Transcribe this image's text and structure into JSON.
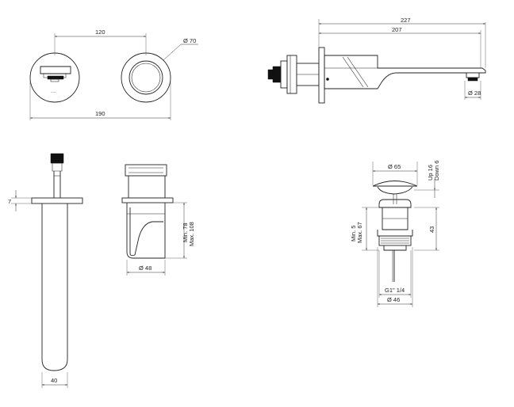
{
  "plan_view": {
    "dim_spacing": "120",
    "dim_width": "190",
    "dim_knob_diameter": "Ø 70"
  },
  "side_view": {
    "dim_overall_length": "227",
    "dim_spout_length": "207",
    "dim_outlet_diameter": "Ø 28"
  },
  "front_view": {
    "dim_plate_thickness": "7",
    "dim_spout_width": "40"
  },
  "mixer_view": {
    "dim_body_diameter": "Ø 48",
    "dim_depth_min": "Min. 78",
    "dim_depth_max": "Max. 108"
  },
  "drain_view": {
    "dim_cap_diameter": "Ø 65",
    "dim_travel_up": "Up 16",
    "dim_travel_down": "Down 6",
    "dim_body_height": "43",
    "dim_thickness_min": "Min. 5",
    "dim_thickness_max": "Max. 67",
    "dim_thread": "G1\" 1/4",
    "dim_base_diameter": "Ø 46"
  }
}
